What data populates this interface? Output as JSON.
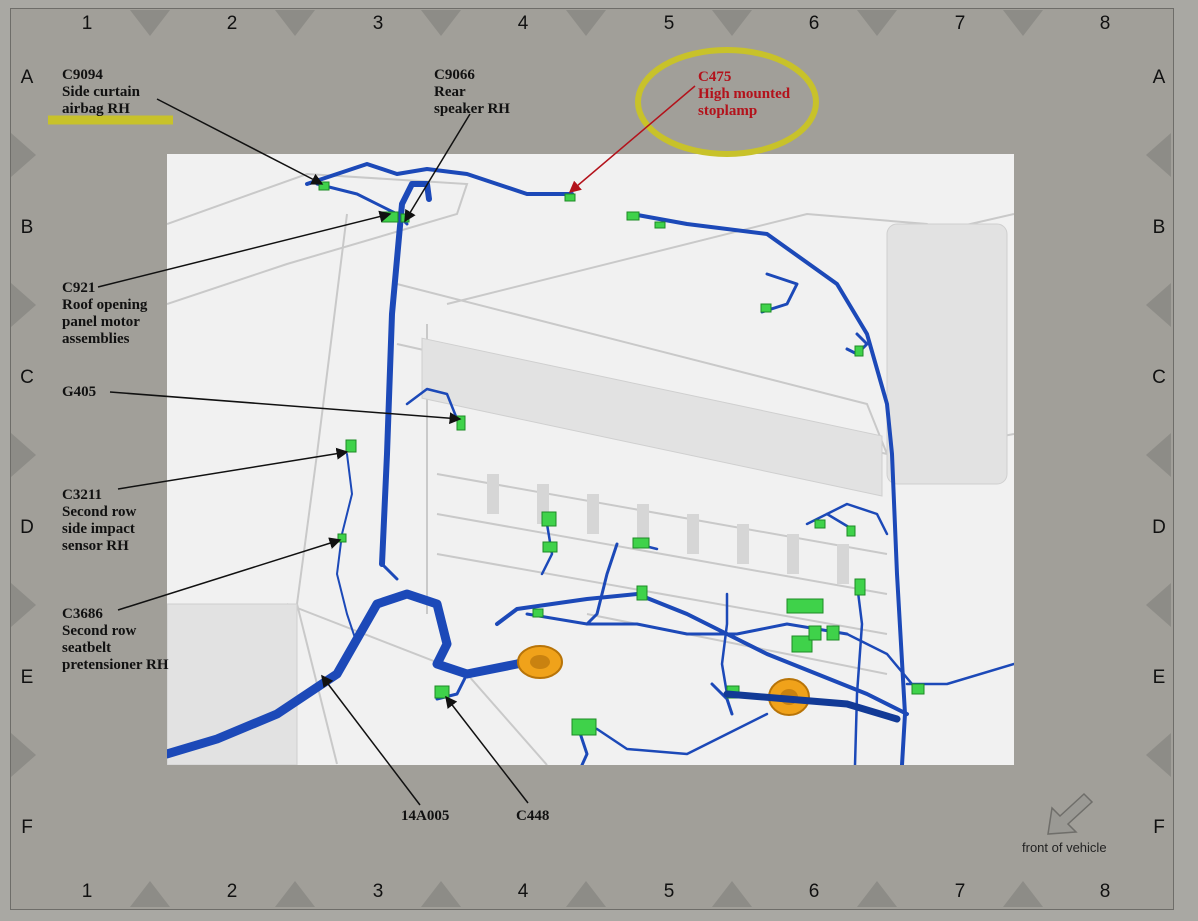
{
  "grid": {
    "columns": [
      "1",
      "2",
      "3",
      "4",
      "5",
      "6",
      "7",
      "8"
    ],
    "rows": [
      "A",
      "B",
      "C",
      "D",
      "E",
      "F"
    ]
  },
  "callouts": {
    "c9094": "C9094\nSide curtain\nairbag RH",
    "c9066": "C9066\nRear\nspeaker RH",
    "c475": "C475\nHigh mounted\nstoplamp",
    "c921": "C921\nRoof opening\npanel motor\nassemblies",
    "g405": "G405",
    "c3211": "C3211\nSecond row\nside impact\nsensor RH",
    "c3686": "C3686\nSecond row\nseatbelt\npretensioner RH",
    "h14a005": "14A005",
    "c448": "C448"
  },
  "front_label": "front of vehicle",
  "colors": {
    "harness": "#1c49b8",
    "connector": "#3fd24a",
    "highlight": "#c8c22a",
    "grommet": "#f0a21a",
    "callout_red": "#b3121b"
  }
}
